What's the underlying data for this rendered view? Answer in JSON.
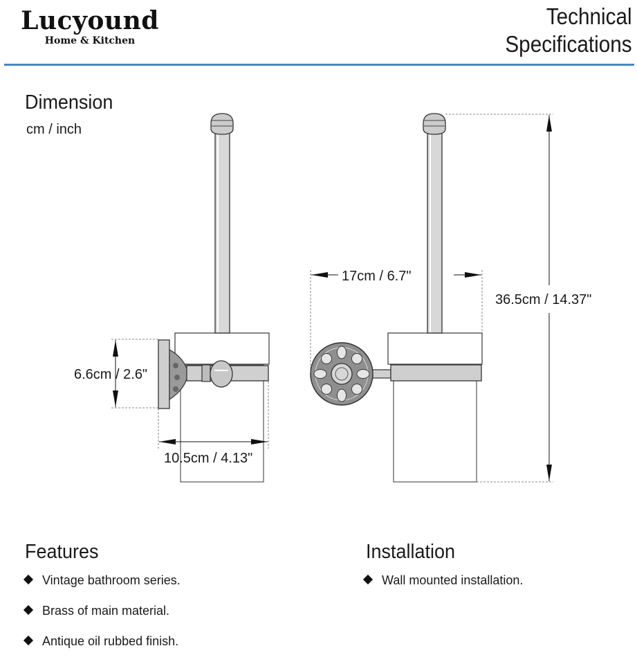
{
  "brand": {
    "name": "Lucyound",
    "tagline": "Home & Kitchen"
  },
  "header": {
    "title_line1": "Technical",
    "title_line2": "Specifications"
  },
  "dimension": {
    "heading": "Dimension",
    "units": "cm / inch",
    "height_label": "6.6cm / 2.6\"",
    "depth_label": "10.5cm / 4.13\"",
    "width_label": "17cm / 6.7\"",
    "total_height_label": "36.5cm / 14.37\""
  },
  "features": {
    "heading": "Features",
    "items": [
      "Vintage bathroom series.",
      "Brass of main material.",
      "Antique oil rubbed finish."
    ]
  },
  "installation": {
    "heading": "Installation",
    "items": [
      "Wall mounted installation."
    ]
  }
}
